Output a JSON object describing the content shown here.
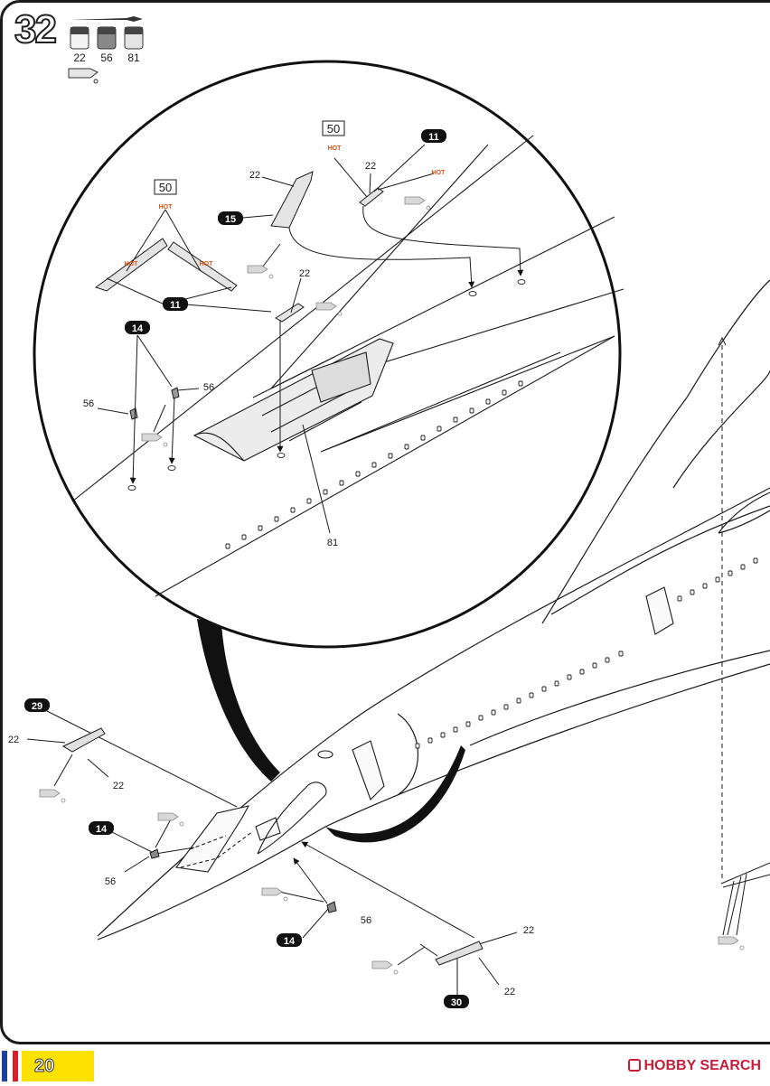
{
  "step": {
    "number": "32"
  },
  "paints": [
    {
      "code": "22"
    },
    {
      "code": "56"
    },
    {
      "code": "81"
    }
  ],
  "inset": {
    "boxes": [
      {
        "text": "50"
      },
      {
        "text": "50"
      }
    ],
    "parts": [
      {
        "id": "11"
      },
      {
        "id": "11"
      },
      {
        "id": "14"
      },
      {
        "id": "15"
      }
    ],
    "hot_label": "HOT",
    "callouts": {
      "p22a": "22",
      "p22b": "22",
      "p22c": "22",
      "p56a": "56",
      "p56b": "56",
      "p81": "81"
    }
  },
  "main": {
    "parts": [
      {
        "id": "29"
      },
      {
        "id": "14"
      },
      {
        "id": "14"
      },
      {
        "id": "30"
      }
    ],
    "callouts": {
      "a": "22",
      "b": "22",
      "c": "56",
      "d": "56",
      "e": "22",
      "f": "22"
    }
  },
  "footer": {
    "page_number": "20",
    "flag_colors": [
      "#1f3fa0",
      "#ffffff",
      "#d8202a"
    ],
    "watermark": "HOBBY SEARCH"
  }
}
